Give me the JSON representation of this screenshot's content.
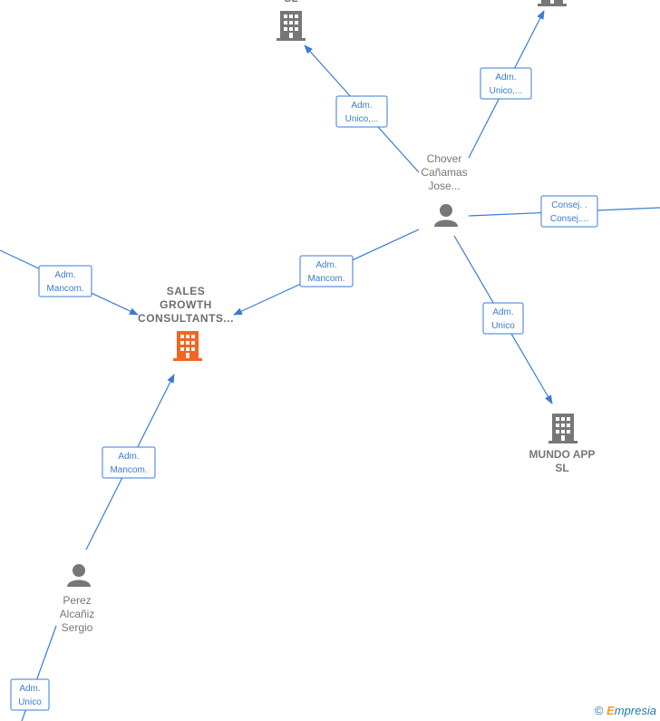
{
  "nodes": {
    "top_company_label": "SL",
    "chover": [
      "Chover",
      "Cañamas",
      "Jose..."
    ],
    "sales": [
      "SALES",
      "GROWTH",
      "CONSULTANTS..."
    ],
    "mundo": [
      "MUNDO APP",
      "SL"
    ],
    "perez": [
      "Perez",
      "Alcañiz",
      "Sergio"
    ]
  },
  "edges": {
    "e1": [
      "Adm.",
      "Unico,..."
    ],
    "e2": [
      "Adm.",
      "Unico,..."
    ],
    "e3": [
      "Consej. .",
      "Consej...."
    ],
    "e4": [
      "Adm.",
      "Mancom."
    ],
    "e5": [
      "Adm.",
      "Mancom."
    ],
    "e6": [
      "Adm.",
      "Unico"
    ],
    "e7": [
      "Adm.",
      "Mancom."
    ],
    "e8": [
      "Adm.",
      "Unico"
    ]
  },
  "colors": {
    "edge": "#3a7bd5",
    "node_gray": "#777777",
    "highlight": "#f26522"
  },
  "footer": {
    "copyright": "©",
    "brand_initial": "E",
    "brand_rest": "mpresia"
  }
}
